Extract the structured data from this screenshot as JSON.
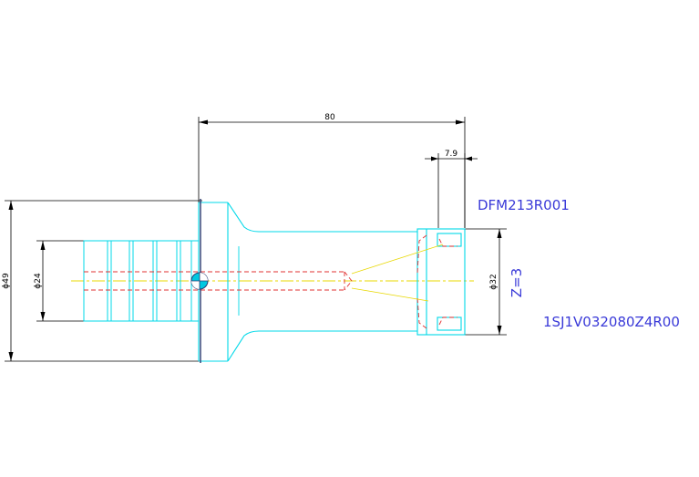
{
  "dimensions": {
    "overall_length": "80",
    "tip_length": "7.9",
    "diameter_flange": "ϕ49",
    "diameter_shank": "ϕ24",
    "diameter_head": "ϕ32"
  },
  "labels": {
    "part_code": "DFM213R001",
    "teeth": "Z=3",
    "tool_code": "1SJ1V032080Z4R00"
  },
  "colors": {
    "outline": "#00d8e8",
    "dimension": "#000000",
    "hidden": "#e23030",
    "centerline": "#e8d800",
    "text_blue": "#3a3ad8",
    "drawing_line": "#2a3a70",
    "marker": "#00c8e0"
  }
}
